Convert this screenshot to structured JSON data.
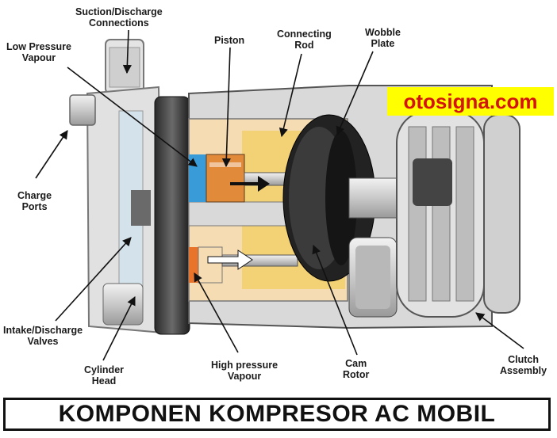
{
  "title": "KOMPONEN KOMPRESOR AC MOBIL",
  "watermark": "otosigna.com",
  "labels": {
    "suction_discharge": [
      "Suction/Discharge",
      "Connections"
    ],
    "low_pressure": [
      "Low Pressure",
      "Vapour"
    ],
    "piston": [
      "Piston"
    ],
    "connecting_rod": [
      "Connecting",
      "Rod"
    ],
    "wobble_plate": [
      "Wobble",
      "Plate"
    ],
    "charge_ports": [
      "Charge",
      "Ports"
    ],
    "intake_discharge": [
      "Intake/Discharge",
      "Valves"
    ],
    "cylinder_head": [
      "Cylinder",
      "Head"
    ],
    "high_pressure": [
      "High pressure",
      "Vapour"
    ],
    "cam_rotor": [
      "Cam",
      "Rotor"
    ],
    "clutch_assembly": [
      "Clutch",
      "Assembly"
    ]
  },
  "colors": {
    "low_pressure_fluid": "#3a9bd9",
    "high_pressure_fluid": "#e8732a",
    "chamber": "#f6dcb3",
    "oil": "#f2cf6a",
    "body": "#d7d7d7",
    "watermark_bg": "#ffff00",
    "watermark_text": "#d4140b"
  }
}
